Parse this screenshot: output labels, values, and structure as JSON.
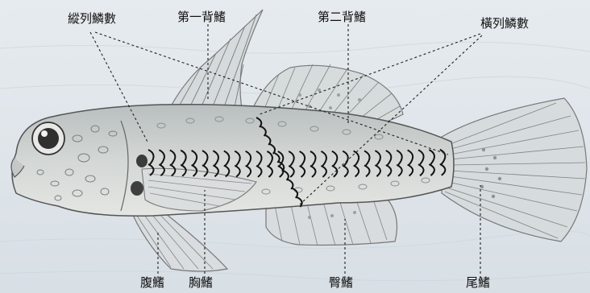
{
  "labels": {
    "lateral_scales": "縱列鱗數",
    "first_dorsal": "第一背鰭",
    "second_dorsal": "第二背鰭",
    "transverse_scales": "橫列鱗數",
    "pelvic": "腹鰭",
    "pectoral": "胸鰭",
    "anal": "臀鰭",
    "caudal": "尾鰭"
  },
  "colors": {
    "background": "#dfe5ea",
    "body_fill": "#c9cdcc",
    "outline": "#555555",
    "scale_marks": "#111111",
    "leader": "#222222"
  }
}
